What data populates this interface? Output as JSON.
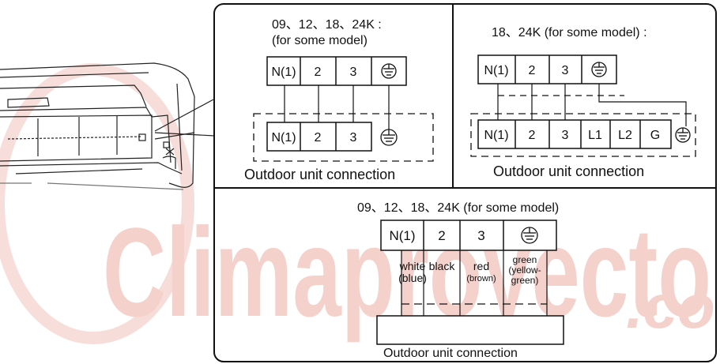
{
  "watermark": {
    "text": "Climaproyecto",
    "suffix": ".co",
    "color": "#f3c9c3"
  },
  "panel_top_left": {
    "title_line1": "09、12、18、24K :",
    "title_line2": "(for some model)",
    "indoor_terminals": [
      "N(1)",
      "2",
      "3"
    ],
    "outdoor_terminals": [
      "N(1)",
      "2",
      "3"
    ],
    "caption": "Outdoor unit connection"
  },
  "panel_top_right": {
    "title": "18、24K (for some model) :",
    "indoor_terminals": [
      "N(1)",
      "2",
      "3"
    ],
    "outdoor_terminals": [
      "N(1)",
      "2",
      "3",
      "L1",
      "L2",
      "G"
    ],
    "caption": "Outdoor unit connection"
  },
  "panel_bottom": {
    "title": "09、12、18、24K (for some model)",
    "terminals": [
      "N(1)",
      "2",
      "3"
    ],
    "wire_colors": {
      "n1": [
        "white",
        "(blue)"
      ],
      "t2": [
        "black"
      ],
      "t3": [
        "red",
        "(brown)"
      ],
      "ground": [
        "green",
        "(yellow-",
        "green)"
      ]
    },
    "caption": "Outdoor unit connection"
  },
  "icons": [
    "ground-symbol-icon",
    "air-conditioner-unit-illustration"
  ]
}
